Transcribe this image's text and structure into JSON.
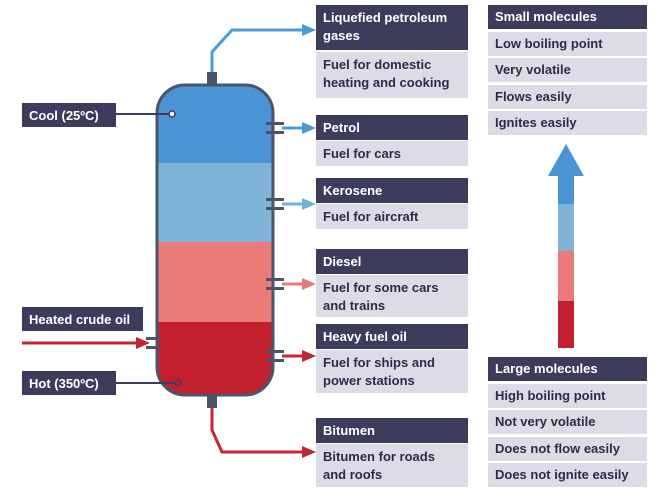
{
  "column": {
    "inlet_label": "Heated crude oil",
    "cool_label": "Cool (25ºC)",
    "hot_label": "Hot (350ºC)"
  },
  "fractions": [
    {
      "name": "Liquefied petroleum gases",
      "use": "Fuel for domestic heating and cooking",
      "arrow_color": "#4a9bd6"
    },
    {
      "name": "Petrol",
      "use": "Fuel for cars",
      "arrow_color": "#4a9bd6"
    },
    {
      "name": "Kerosene",
      "use": "Fuel for aircraft",
      "arrow_color": "#6fb3dc"
    },
    {
      "name": "Diesel",
      "use": "Fuel for some cars and trains",
      "arrow_color": "#ea7977"
    },
    {
      "name": "Heavy fuel oil",
      "use": "Fuel for ships and power stations",
      "arrow_color": "#c42532"
    },
    {
      "name": "Bitumen",
      "use": "Bitumen for roads and roofs",
      "arrow_color": "#c42532"
    }
  ],
  "small_molecules": {
    "heading": "Small molecules",
    "properties": [
      "Low boiling point",
      "Very volatile",
      "Flows easily",
      "Ignites easily"
    ]
  },
  "large_molecules": {
    "heading": "Large molecules",
    "properties": [
      "High boiling point",
      "Not very volatile",
      "Does not flow easily",
      "Does not ignite easily"
    ]
  },
  "colors": {
    "label_dark": "#3e3c5c",
    "label_light": "#dcdce6",
    "zone_top": "#4a93d4",
    "zone_upper": "#7fb4d8",
    "zone_lower": "#ea7b78",
    "zone_bottom": "#c2202e",
    "outline": "#4a5568"
  }
}
